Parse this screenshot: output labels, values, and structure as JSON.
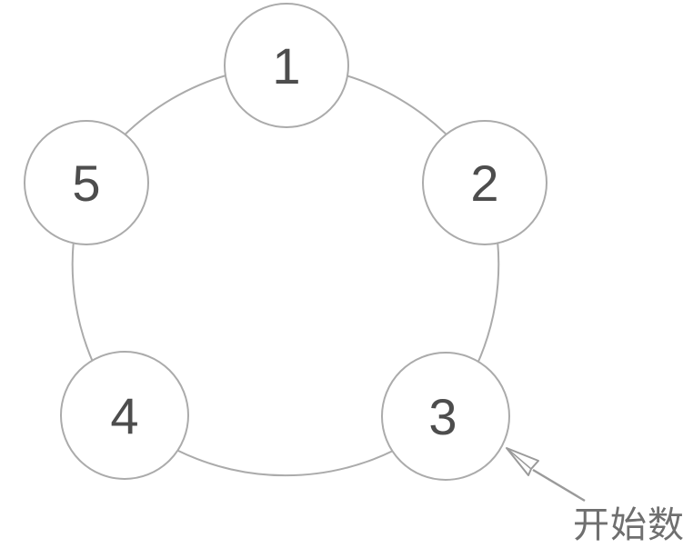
{
  "figure": {
    "nodes": [
      {
        "label": "1"
      },
      {
        "label": "2"
      },
      {
        "label": "3"
      },
      {
        "label": "4"
      },
      {
        "label": "5"
      }
    ],
    "annotation": {
      "label": "开始数"
    },
    "colors": {
      "outline": "#ababab",
      "digit": "#4d4d4d",
      "arrow": "#9a9a9a",
      "annotation_text": "#6f6f6f",
      "background": "#ffffff"
    }
  }
}
